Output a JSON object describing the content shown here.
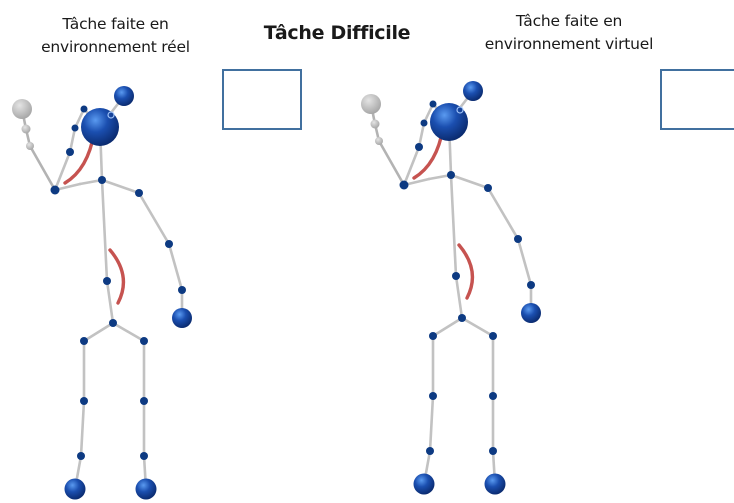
{
  "title": "Tâche Difficile",
  "panels": [
    {
      "id": "real",
      "caption_lines": [
        "Tâche faite en",
        "environnement réel"
      ]
    },
    {
      "id": "virtual",
      "caption_lines": [
        "Tâche faite en",
        "environnement virtuel"
      ]
    }
  ],
  "colors": {
    "bone": "#c2c2c2",
    "joint": "#0d3a82",
    "joint_light": "#3a7ee0",
    "ghost": "#b3b3b3",
    "angle_arc": "#c65350",
    "box_border": "#41709f"
  }
}
